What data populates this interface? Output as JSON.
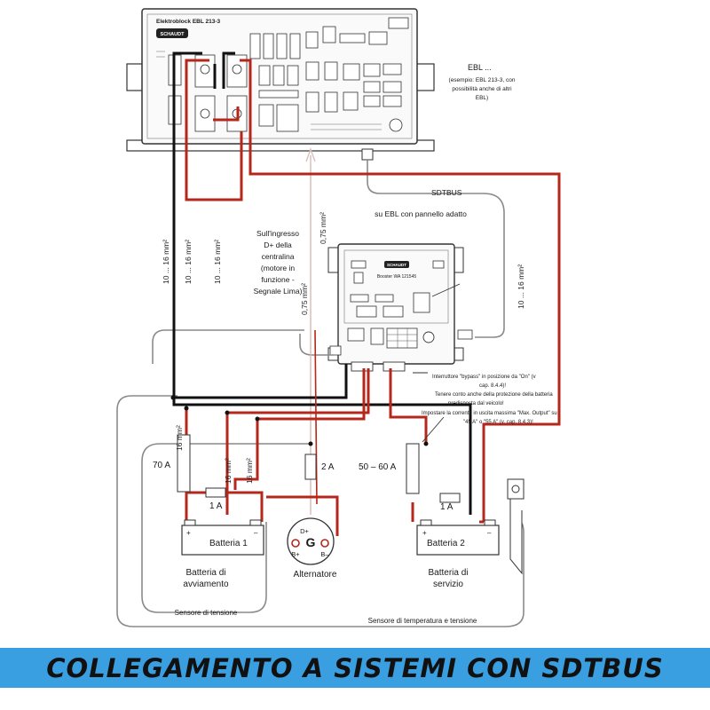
{
  "colors": {
    "red_wire": "#b5271b",
    "black_wire": "#111111",
    "gray_wire": "#8a8a8a",
    "banner": "#3a9fe0"
  },
  "ebl": {
    "brand": "Elektroblock EBL 213-3",
    "logo": "SCHAUDT",
    "title": "EBL ...",
    "note_lines": [
      "(esempio: EBL 213-3, con",
      "possibilità anche di altri",
      "EBL)"
    ]
  },
  "booster": {
    "brand": "Booster WA 121545",
    "logo": "SCHAUDT"
  },
  "labels": {
    "sdtbus": "SDTBUS",
    "sdtbus_sub": "su EBL con pannello adatto",
    "dplus_lines": [
      "Sull'ingresso",
      "D+ della",
      "centralina",
      "(motore in",
      "funzione -",
      "Segnale Lima)"
    ],
    "wire_075_a": "0,75 mm²",
    "wire_075_b": "0,75 mm²",
    "wire_10_16_a": "10 ... 16 mm²",
    "wire_10_16_b": "10 ... 16 mm²",
    "wire_10_16_c": "10 ... 16 mm²",
    "wire_10_16_d": "10 ... 16 mm²",
    "wire_16_a": "16 mm²",
    "wire_16_b": "16 mm²",
    "wire_16_c": "16 mm²",
    "fuse_70": "70 A",
    "fuse_2": "2 A",
    "fuse_50_60": "50 – 60 A",
    "fuse_1_a": "1 A",
    "fuse_1_b": "1 A",
    "note_lines": [
      "Interruttore \"bypass\" in posizione da \"On\" (v",
      "cap. 8.4.4)!",
      "Tenere conto anche della protezione della batteria",
      "predisposta dal veicolo!",
      "Impostare la corrente in uscita massima \"Max. Output\" su",
      "\"45 A\" o \"55 A\" (v. cap. 8.4.3)!"
    ],
    "battery1": "Batteria 1",
    "battery1_desc_lines": [
      "Batteria di",
      "avviamento"
    ],
    "battery2": "Batteria 2",
    "battery2_desc_lines": [
      "Batteria di",
      "servizio"
    ],
    "alternator": "Alternatore",
    "alt_g": "G",
    "alt_dplus": "D+",
    "alt_bplus": "B+",
    "alt_bminus": "B–",
    "plus": "+",
    "minus": "–",
    "sensor_voltage": "Sensore di tensione",
    "sensor_temp": "Sensore di temperatura e tensione"
  },
  "banner": {
    "title": "COLLEGAMENTO A SISTEMI CON SDTBUS"
  }
}
